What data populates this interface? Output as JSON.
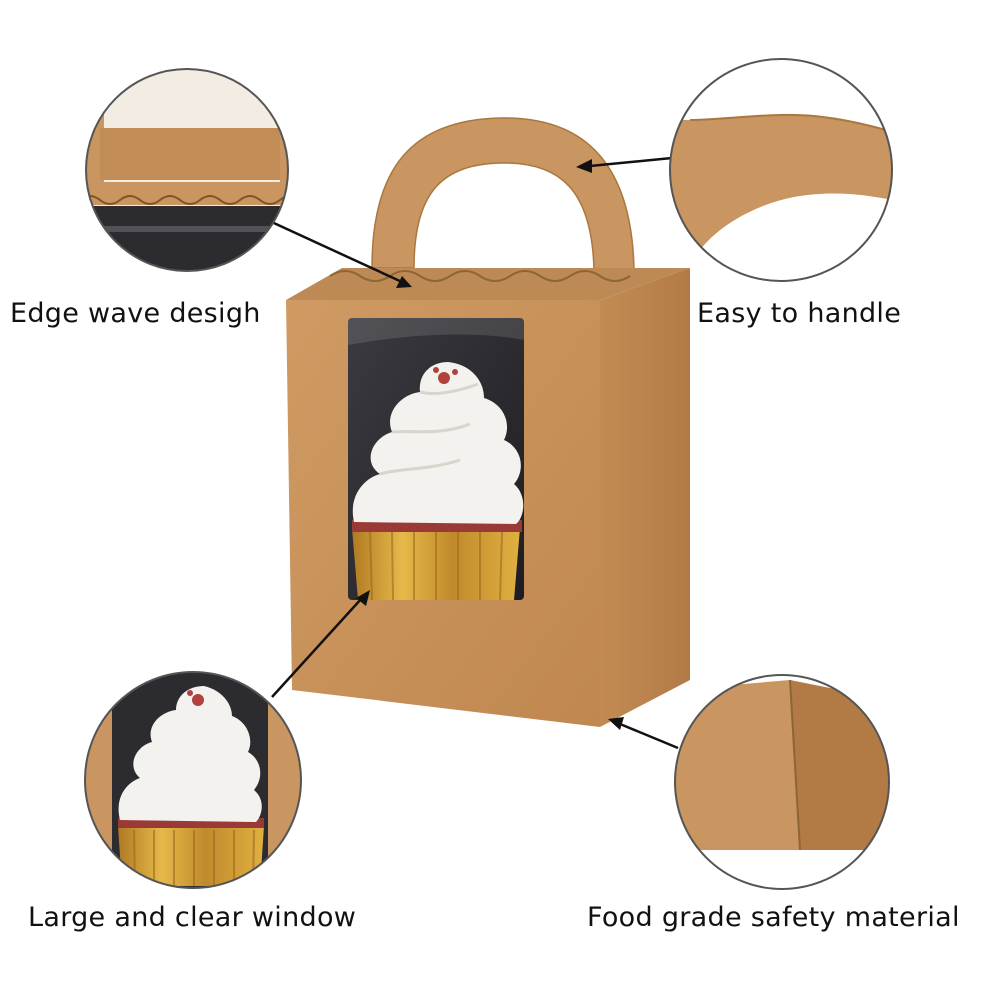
{
  "captions": {
    "edge_wave": "Edge wave desigh",
    "easy_handle": "Easy to handle",
    "large_window": "Large and clear window",
    "food_grade": "Food grade safety material"
  },
  "colors": {
    "kraft": "#c9925c",
    "kraft_shadow": "#a8763f",
    "frosting": "#f4f2ee",
    "liner_gold": "#c9962f",
    "window_dark": "#2a2a2e",
    "circle_border": "#555555"
  }
}
